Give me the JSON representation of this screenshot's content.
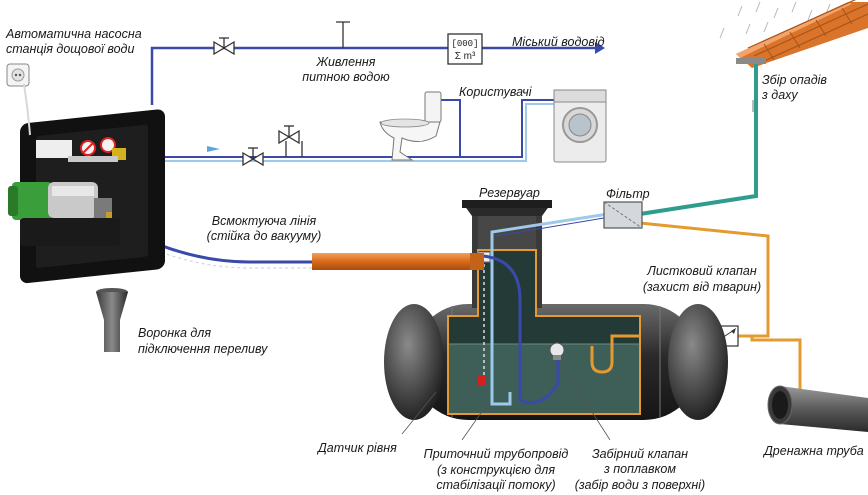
{
  "labels": {
    "pump_station_l1": "Автоматична насосна",
    "pump_station_l2": "станція дощової води",
    "drinking_water_l1": "Живлення",
    "drinking_water_l2": "питною водою",
    "meter_top": "[000]",
    "meter_bottom": "Σ m³",
    "city_water": "Міський водовід",
    "consumers": "Користувачі",
    "roof_l1": "Збір опадів",
    "roof_l2": "з даху",
    "reservoir": "Резервуар",
    "filter": "Фільтр",
    "suction_l1": "Всмоктуюча лінія",
    "suction_l2": "(стійка до вакууму)",
    "flap_l1": "Листковий клапан",
    "flap_l2": "(захист від тварин)",
    "funnel_l1": "Воронка для",
    "funnel_l2": "підключення переливу",
    "drain_pipe": "Дренажна труба",
    "level_sensor": "Датчик рівня",
    "inlet_l1": "Приточний трубопровід",
    "inlet_l2": "(з конструкцією для",
    "inlet_l3": "стабілізації потоку)",
    "intake_l1": "Забірний клапан",
    "intake_l2": "з поплавком",
    "intake_l3": "(забір води з поверхні)"
  },
  "icons": [
    "socket-icon",
    "valve-icon",
    "water-meter-icon",
    "toilet-icon",
    "washing-machine-icon",
    "roof-icon",
    "rain-icon",
    "flow-arrow-icon",
    "float-ball-icon"
  ],
  "colors": {
    "potable_water": "#3a4aa8",
    "rain_water": "#2f9c8e",
    "overflow_pipe": "#e49a2e",
    "suction_pipe": "#e07820",
    "tank_body": "#2b2b2b",
    "tank_water": "#2f4a44",
    "roof_tiles": "#d9742a"
  }
}
